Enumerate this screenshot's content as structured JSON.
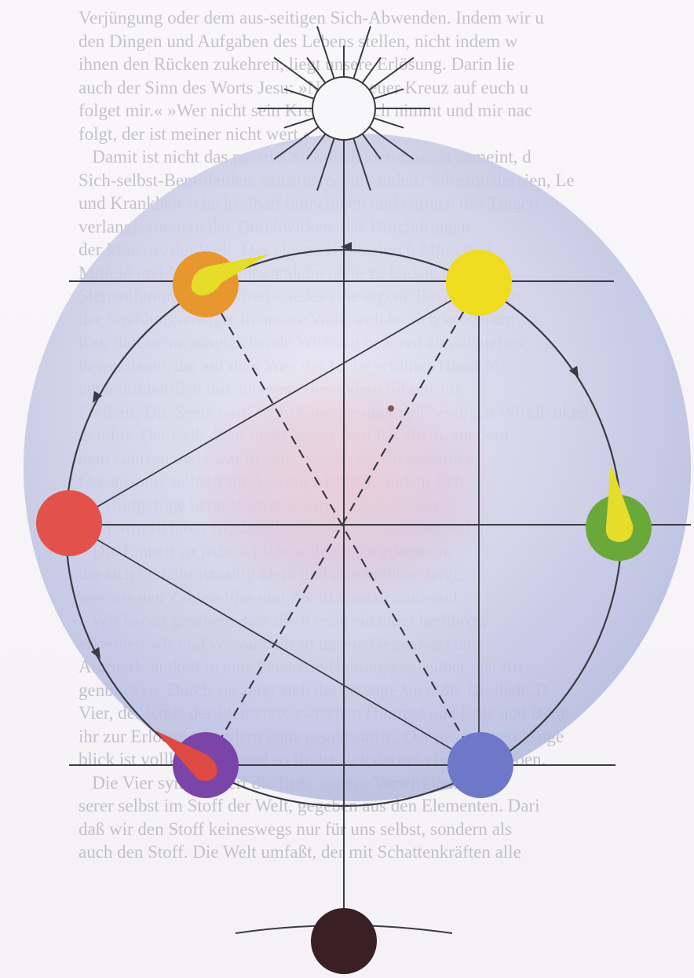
{
  "background_text": [
    "Verjüngung oder dem aus-seitigen Sich-Abwenden. Indem wir u",
    "den Dingen und Aufgaben des Lebens stellen, nicht indem w",
    "ihnen den Rücken zukehren, liegt unsere Erlösung. Darin lie",
    "auch der Sinn des Worts Jesu: »Nehmet euer Kreuz auf euch u",
    "folget mir.« »Wer nicht sein Kreuz auf sich nimmt und mir nac",
    "folgt, der ist meiner nicht wert.«",
    "   Damit ist nicht das passive Sich-Erdulden-Lassen gemeint, d",
    "Sich-selbst-Bemitleiden, selbstgerechte Leiden, Selbstquälereien, Le",
    "und Krankheit schicksalhaft hinnehmen und einfach das Tragen",
    "verlangt, sondern das Durchwirken, das Durchdringen",
    "der Materie, der Welt. Das eigene Kreuz durch Mitgefühl,",
    "Mitleid und Liebe zu verwandeln, ohne zu leiden, bis der",
    "Sternenhimmel sich öffnet – jedes eine eigene Bewegung aus",
    "der Strahlungsenergie in unsere Welt, welche sich wiederum",
    "löst, darin eine ausgleichende Wirkung bewusst zu vollziehen",
    "bewusstsein, die auf dem Weg der Liebe erfülltes Handeln",
    "gemeinschaftlich mit anderen oder andere führen aus",
    "Freiheit. Die Seele wird so zu einer gesunden, lebendigen Wirklichkeit",
    "geführt. Der Leib dient nicht länger dem Ich allein, sondern",
    "dem Ganzen und zwar in einer Weise, die im gesamten",
    "Organismus selbst zum Ausdruck kommt, indem sich",
    "ein Bildgefüge herausformt, worin ein Kreuz über",
    "der Form sichtbar ist, das über der Weltenordnung steht.",
    "   Die Einheit ist jedoch nicht so leicht zu erkennen,",
    "die sich verhältnismäßig klein und unscheinbar zeigt,",
    "wie aus den Zahlen Vier und Zwölf Gestalt annimmt.",
    "   Wir haben gesehen, dass die Kreise einander berühren,",
    "erkennen wir und verwandeln so unsere Gegenwart und",
    "Aufmerksamkeit in eine bewusste Haltung gegenüber den Au",
    "genblicken. Durch sie zeigt sich die geistige Vier, die Dreiheit, D",
    "Vier, der Kreis der Elemente, zwischen Himmel und Erde und Bode",
    "ihr zur Erlösung, sondern ganz gegenwärtig. Der gesammelte Auge",
    "blick ist vollkommen, und so findet sich darin Leben und Leben.",
    "   Die Vier symbolisiert die Erde, unsere Verwirklichung u",
    "serer selbst im Stoff der Welt, gegeben aus den Elementen. Dari",
    "daß wir den Stoff keineswegs nur für uns selbst, sondern als",
    "auch den Stoff. Die Welt umfaßt, der mit Schattenkräften alle"
  ],
  "colors": {
    "orange": "#e8962e",
    "yellow": "#f0dc1e",
    "red": "#e2524a",
    "green": "#6aa83a",
    "purple": "#7b44a8",
    "blue": "#6e78c8",
    "dark": "#3a2024",
    "flame_yellow": "#e6dc2a",
    "flame_red": "#e04a44",
    "line": "#3a3a44"
  },
  "icons": {
    "sun": "sun-icon",
    "arrow": "arrowhead-icon",
    "flame": "flame-icon"
  },
  "diagram": {
    "nodes": [
      {
        "name": "orange-node",
        "color": "orange"
      },
      {
        "name": "yellow-node",
        "color": "yellow"
      },
      {
        "name": "red-node",
        "color": "red"
      },
      {
        "name": "green-node",
        "color": "green"
      },
      {
        "name": "purple-node",
        "color": "purple"
      },
      {
        "name": "blue-node",
        "color": "blue"
      },
      {
        "name": "dark-node",
        "color": "dark"
      }
    ]
  }
}
